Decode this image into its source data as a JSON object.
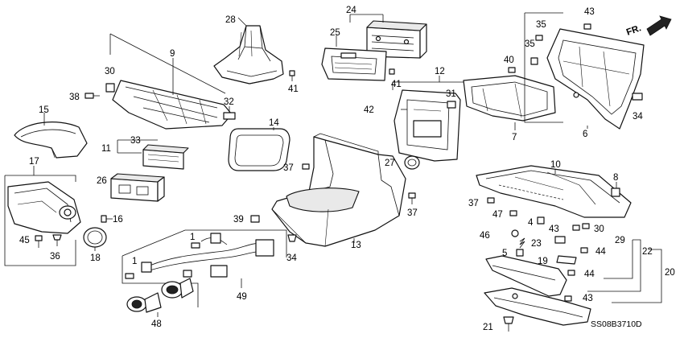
{
  "diagram": {
    "code": "SS08B3710D",
    "direction_label": "FR.",
    "callouts": {
      "c1a": "1",
      "c1b": "1",
      "c4": "4",
      "c5": "5",
      "c6": "6",
      "c7": "7",
      "c8": "8",
      "c9": "9",
      "c10": "10",
      "c11": "11",
      "c12": "12",
      "c13": "13",
      "c14": "14",
      "c15": "15",
      "c16": "16",
      "c17": "17",
      "c18": "18",
      "c19": "19",
      "c20": "20",
      "c21": "21",
      "c22": "22",
      "c23": "23",
      "c24": "24",
      "c25": "25",
      "c26": "26",
      "c27": "27",
      "c28": "28",
      "c29": "29",
      "c30a": "30",
      "c30b": "30",
      "c31": "31",
      "c32": "32",
      "c33": "33",
      "c34a": "34",
      "c34b": "34",
      "c35a": "35",
      "c35b": "35",
      "c36": "36",
      "c37a": "37",
      "c37b": "37",
      "c37c": "37",
      "c38": "38",
      "c39": "39",
      "c40": "40",
      "c41a": "41",
      "c41b": "41",
      "c42": "42",
      "c43a": "43",
      "c43b": "43",
      "c43c": "43",
      "c44a": "44",
      "c44b": "44",
      "c45": "45",
      "c46": "46",
      "c47": "47",
      "c48": "48",
      "c49": "49"
    }
  }
}
